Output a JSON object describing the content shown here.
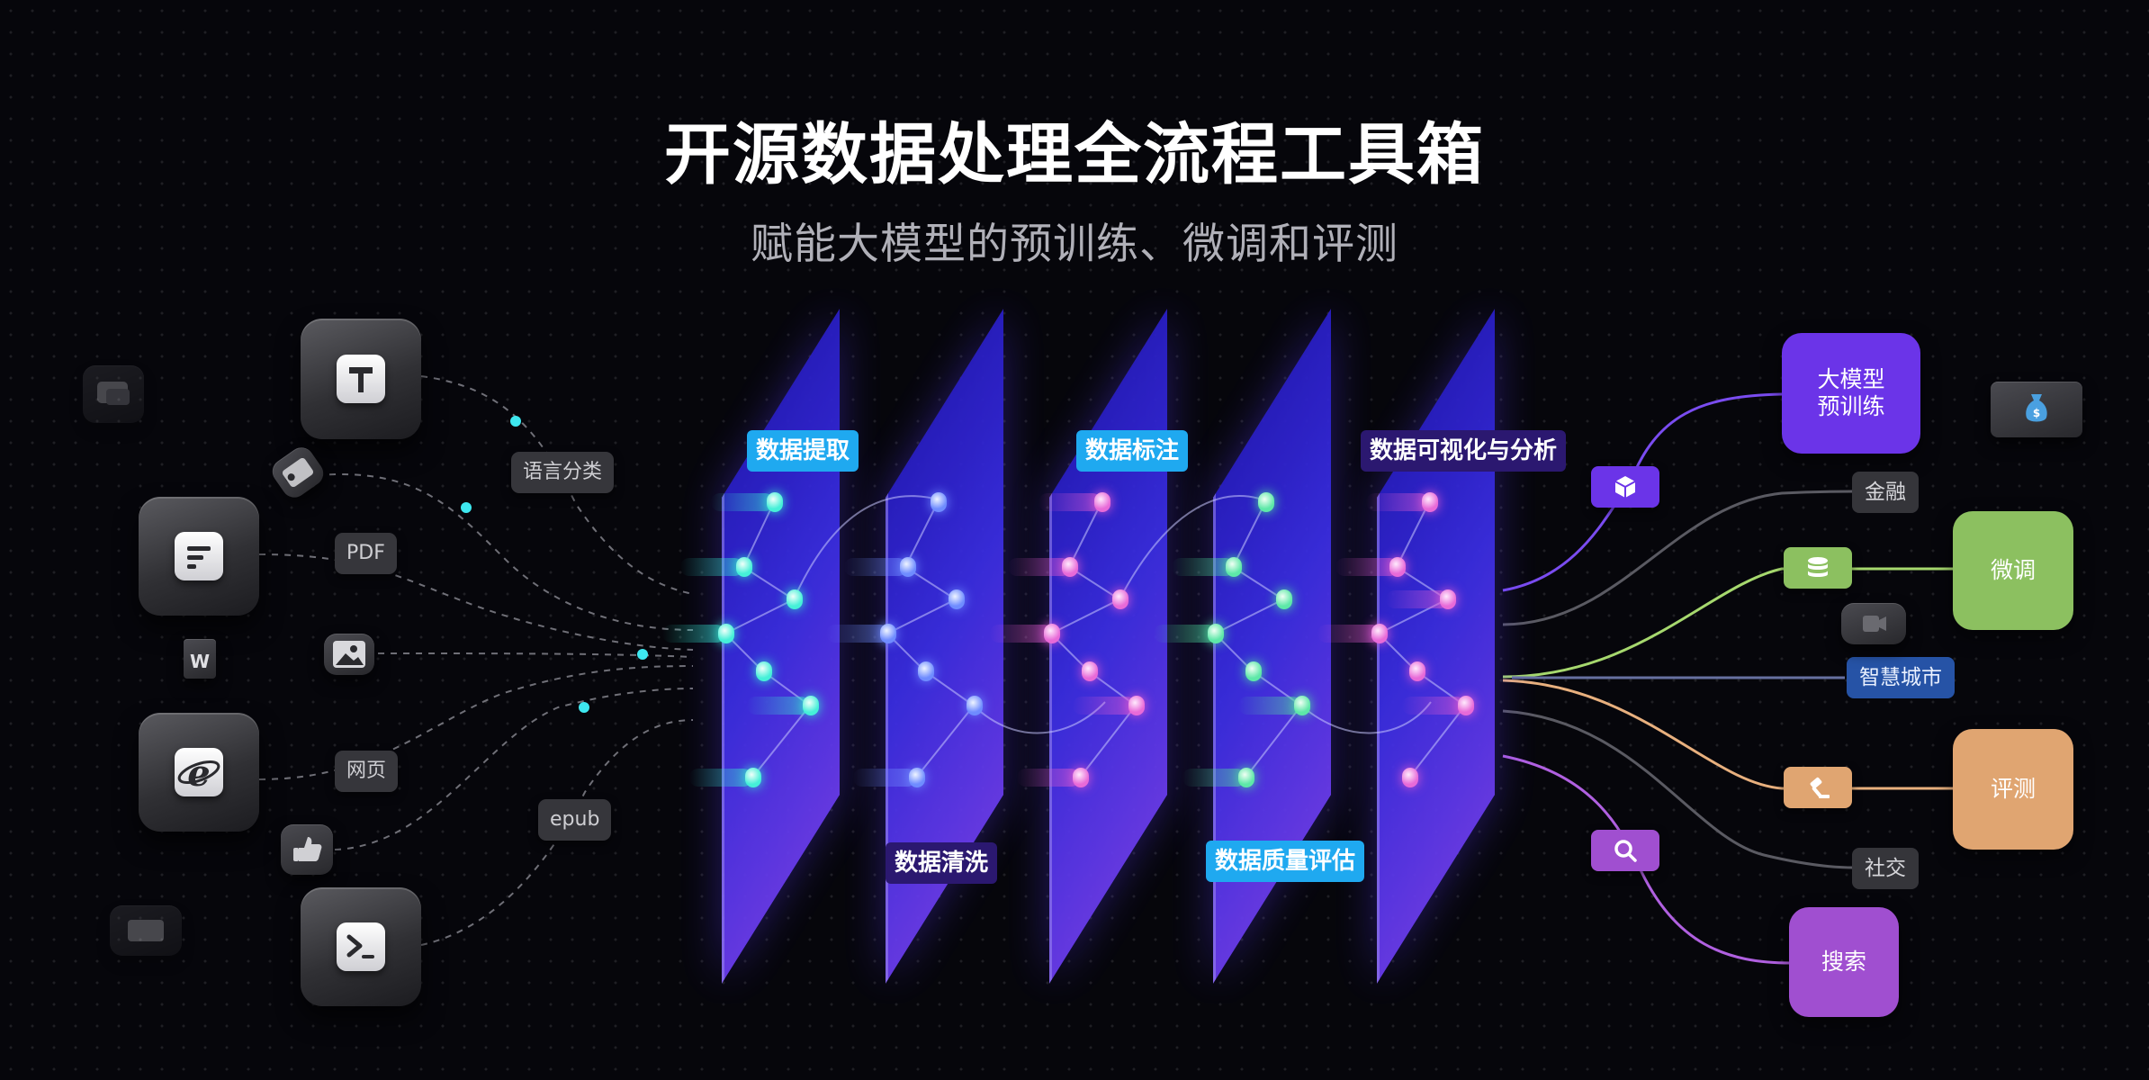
{
  "title": "开源数据处理全流程工具箱",
  "subtitle": "赋能大模型的预训练、微调和评测",
  "sources": {
    "items": [
      {
        "name": "text-tile",
        "icon": "text-document-icon"
      },
      {
        "name": "file-tile",
        "icon": "file-icon"
      },
      {
        "name": "web-tile",
        "icon": "internet-explorer-icon"
      },
      {
        "name": "terminal-tile",
        "icon": "terminal-icon"
      }
    ],
    "labels": {
      "language": "语言分类",
      "pdf": "PDF",
      "web": "网页",
      "epub": "epub"
    }
  },
  "stages": {
    "extract": "数据提取",
    "clean": "数据清洗",
    "annotate": "数据标注",
    "quality": "数据质量评估",
    "visualize": "数据可视化与分析"
  },
  "targets": {
    "pretrain": "大模型\n预训练",
    "finetune": "微调",
    "evaluate": "评测",
    "search": "搜索"
  },
  "tags": {
    "finance": "金融",
    "smart_city": "智慧城市",
    "social": "社交"
  },
  "colors": {
    "pretrain": "#6b34e8",
    "finetune": "#8cc060",
    "evaluate": "#e0a571",
    "search": "#a04fd0",
    "cyan_label": "#1fa9f0",
    "panel": "#3b2ee6"
  }
}
